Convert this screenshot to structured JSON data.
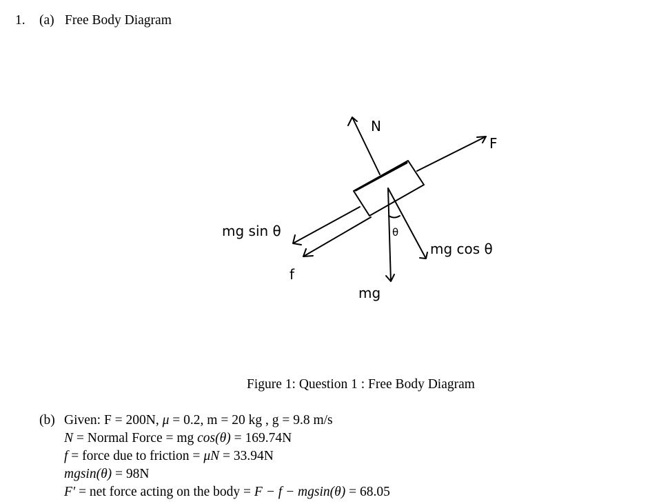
{
  "question": {
    "number": "1.",
    "part_a_label": "(a)",
    "part_a_title": "Free Body Diagram"
  },
  "diagram": {
    "labels": {
      "normal": "N",
      "applied": "F",
      "mg_sin": "mg sin θ",
      "friction": "f",
      "weight": "mg",
      "mg_cos": "mg cos θ",
      "angle": "θ"
    }
  },
  "caption": "Figure 1: Question 1 : Free Body Diagram",
  "part_b": {
    "label": "(b)",
    "lines": [
      {
        "pre": "Given: F = 200N, ",
        "it": "μ",
        "post": " = 0.2, m = 20 kg , g = 9.8 m/s"
      },
      {
        "it": "N",
        "mid": " = Normal Force = mg ",
        "it2": "cos(θ)",
        "post": " = 169.74N"
      },
      {
        "it": "f",
        "mid": " = force due to friction = ",
        "it2": "μN",
        "post": " = 33.94N"
      },
      {
        "it": "mgsin(θ)",
        "post": " = 98N"
      },
      {
        "it": "F′",
        "mid": " = net force acting on the body = ",
        "it2": "F − f − mgsin(θ)",
        "post": " = 68.05"
      }
    ]
  }
}
